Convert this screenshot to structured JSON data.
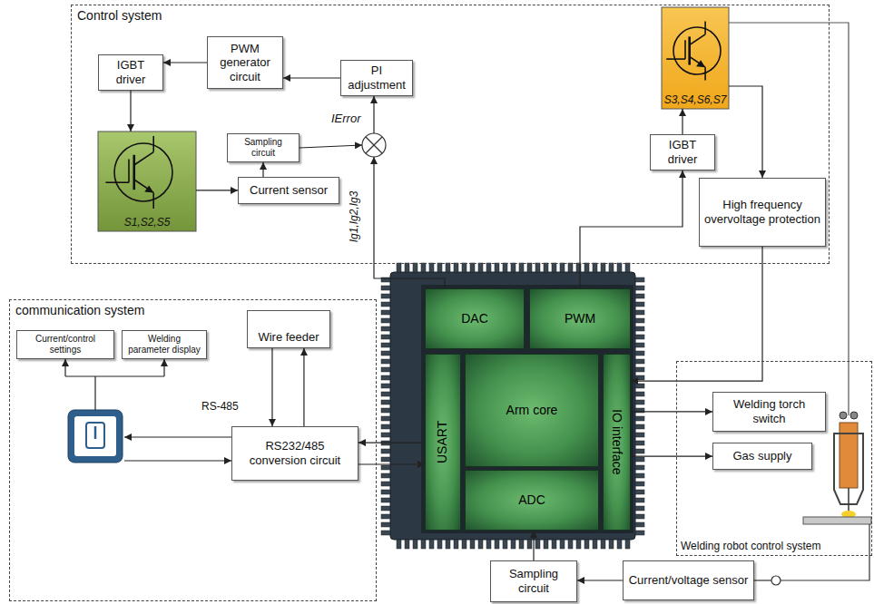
{
  "diagram": {
    "nodes": [
      {
        "text": [
          "Control system"
        ]
      },
      {
        "text": [
          "IGBT driver"
        ],
        "in": 0
      },
      {
        "text": [
          "PWM generator circuit"
        ],
        "in": 0
      },
      {
        "text": [
          "PI adjustment"
        ],
        "in": 0
      },
      {
        "text": [
          "Sampling circuit"
        ],
        "in": 0
      },
      {
        "text": [
          "Current sensor"
        ],
        "in": 0
      },
      {
        "text": [
          "S1,S2,S5"
        ],
        "in": 0
      },
      {
        "text": [
          "S3,S4,S6,S7"
        ],
        "in": 0
      },
      {
        "text": [
          "IGBT driver"
        ],
        "in": 0
      },
      {
        "text": [
          "IError"
        ],
        "in": 0
      },
      {
        "text": [
          "High frequency overvoltage protection"
        ],
        "in": 0
      },
      {
        "text": [
          "communication system"
        ]
      },
      {
        "text": [
          "Current/control settings"
        ],
        "in": 11
      },
      {
        "text": [
          "Welding parameter display"
        ],
        "in": 11
      },
      {
        "text": [
          "Wire feeder"
        ],
        "in": 11
      },
      {
        "text": [
          "RS232/485 conversion circuit"
        ],
        "in": 11
      },
      {
        "text": [
          "DAC"
        ]
      },
      {
        "text": [
          "PWM"
        ]
      },
      {
        "text": [
          "USART"
        ]
      },
      {
        "text": [
          "Arm core"
        ]
      },
      {
        "text": [
          "ADC"
        ]
      },
      {
        "text": [
          "IO interface"
        ]
      },
      {
        "text": [
          "Welding robot control system"
        ]
      },
      {
        "text": [
          "Welding torch switch"
        ],
        "in": 22
      },
      {
        "text": [
          "Gas supply"
        ],
        "in": 22
      },
      {
        "text": [
          "Sampling circuit"
        ]
      },
      {
        "text": [
          "Current/voltage sensor"
        ]
      }
    ],
    "edges": [
      {
        "from": 1,
        "to": 6,
        "arrow": "to"
      },
      {
        "from": 2,
        "to": 1,
        "arrow": "to"
      },
      {
        "from": 3,
        "to": 2,
        "arrow": "to"
      },
      {
        "from": 9,
        "to": 3,
        "arrow": "to"
      },
      {
        "from": 4,
        "to": 9,
        "arrow": "to"
      },
      {
        "from": 6,
        "to": 5,
        "arrow": "to"
      },
      {
        "from": 5,
        "to": 4,
        "arrow": "to"
      },
      {
        "from": 16,
        "to": 9,
        "arrow": "to"
      },
      {
        "from": 17,
        "to": 8,
        "arrow": "to"
      },
      {
        "from": 8,
        "to": 7,
        "arrow": "to"
      },
      {
        "from": 7,
        "to": 10,
        "arrow": "to"
      },
      {
        "from": 10,
        "to": 21,
        "arrow": "to"
      },
      {
        "from": 21,
        "to": 23,
        "arrow": "to"
      },
      {
        "from": 21,
        "to": 24,
        "arrow": "to"
      },
      {
        "from": 14,
        "to": 15,
        "arrow": "to"
      },
      {
        "from": 15,
        "to": 14,
        "arrow": "to"
      },
      {
        "from": 18,
        "to": 15,
        "arrow": "to"
      },
      {
        "from": 15,
        "to": 18,
        "arrow": "to"
      },
      {
        "from": 25,
        "to": 20,
        "arrow": "to"
      },
      {
        "from": 26,
        "to": 25,
        "arrow": "to"
      }
    ],
    "labels": [
      "RS-485",
      "Ig1,Ig2,Ig3"
    ]
  }
}
